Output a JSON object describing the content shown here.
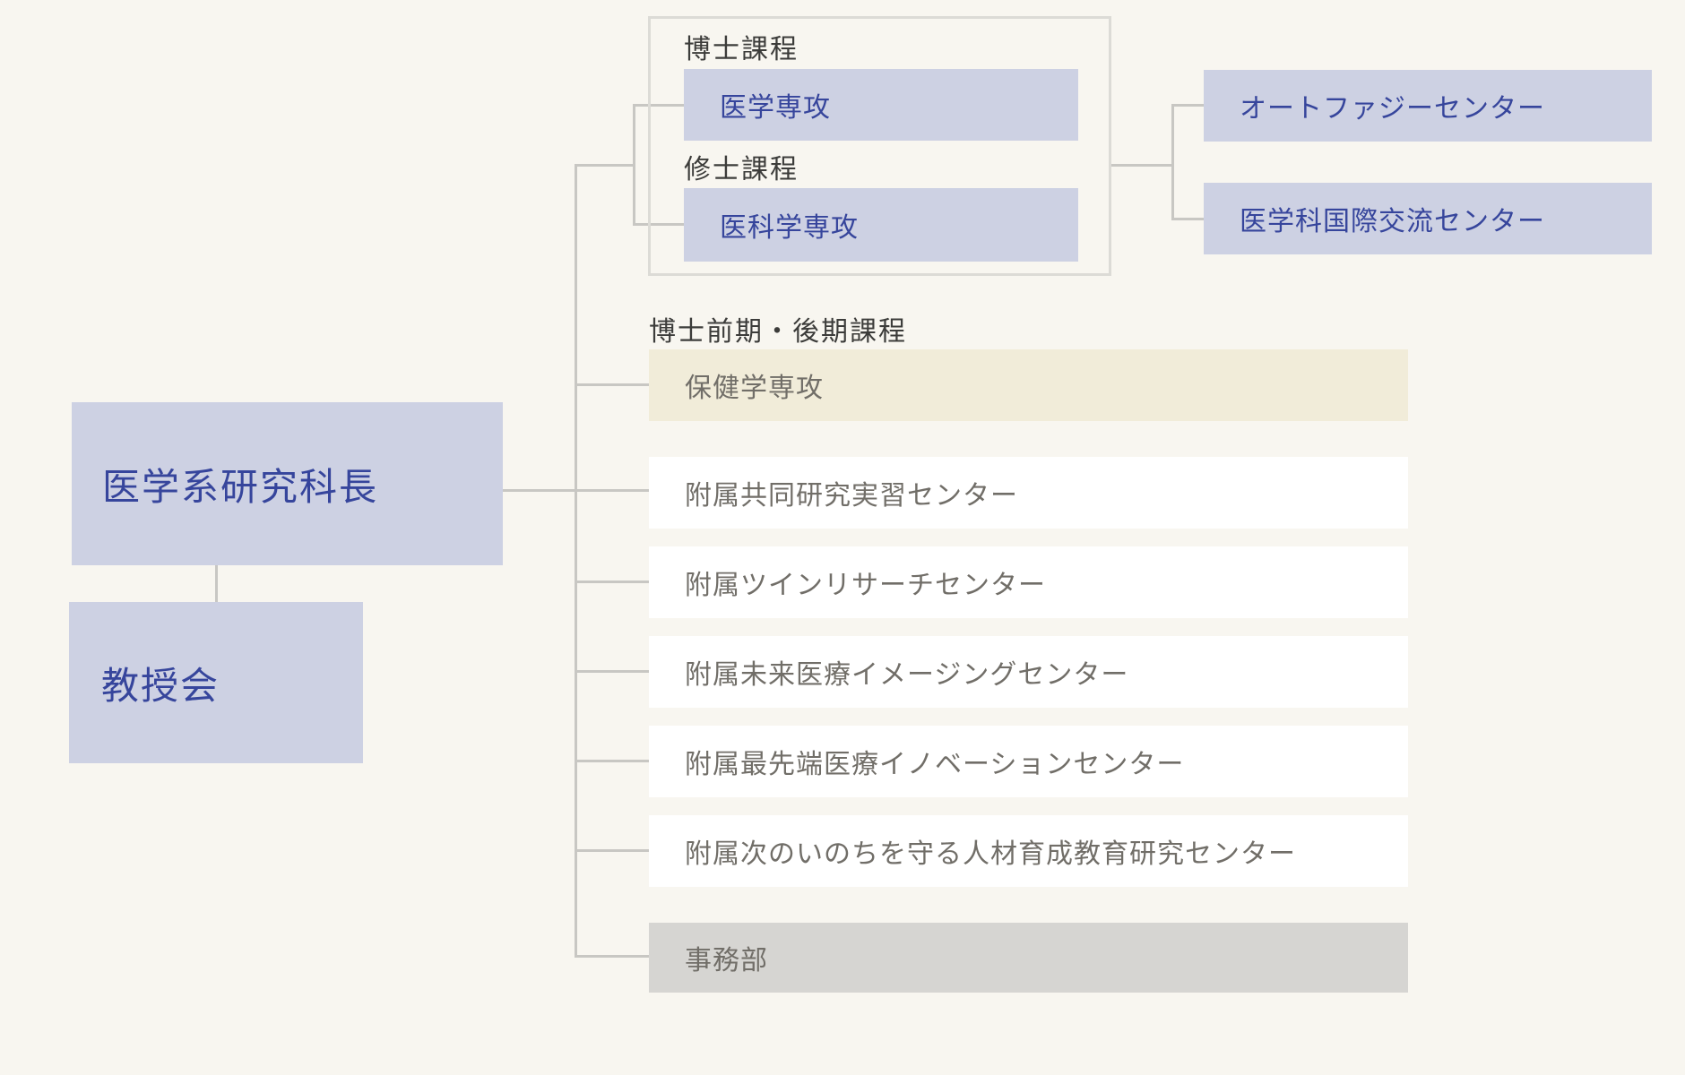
{
  "background_color": "#f8f6f0",
  "palette": {
    "background": "#f8f6f0",
    "lavender_box": "#cdd1e3",
    "blue_text": "#36459c",
    "beige_box": "#f1ecd9",
    "white_box": "#ffffff",
    "gray_box": "#d6d5d2",
    "gray_text": "#716e68",
    "label_text": "#3c3c3a",
    "line_color": "#c8c7c3",
    "group_border": "#dcdbd6"
  },
  "org_chart": {
    "dean": {
      "label": "医学系研究科長"
    },
    "faculty_council": {
      "label": "教授会"
    },
    "graduate_programs": {
      "doctoral_label": "博士課程",
      "doctoral_major": "医学専攻",
      "masters_label": "修士課程",
      "masters_major": "医科学専攻"
    },
    "right_centers": {
      "autophagy": "オートファジーセンター",
      "international": "医学科国際交流センター"
    },
    "integrated_program": {
      "label": "博士前期・後期課程",
      "major": "保健学専攻"
    },
    "attached_centers": [
      "附属共同研究実習センター",
      "附属ツインリサーチセンター",
      "附属未来医療イメージングセンター",
      "附属最先端医療イノベーションセンター",
      "附属次のいのちを守る人材育成教育研究センター"
    ],
    "administration": {
      "label": "事務部"
    }
  }
}
